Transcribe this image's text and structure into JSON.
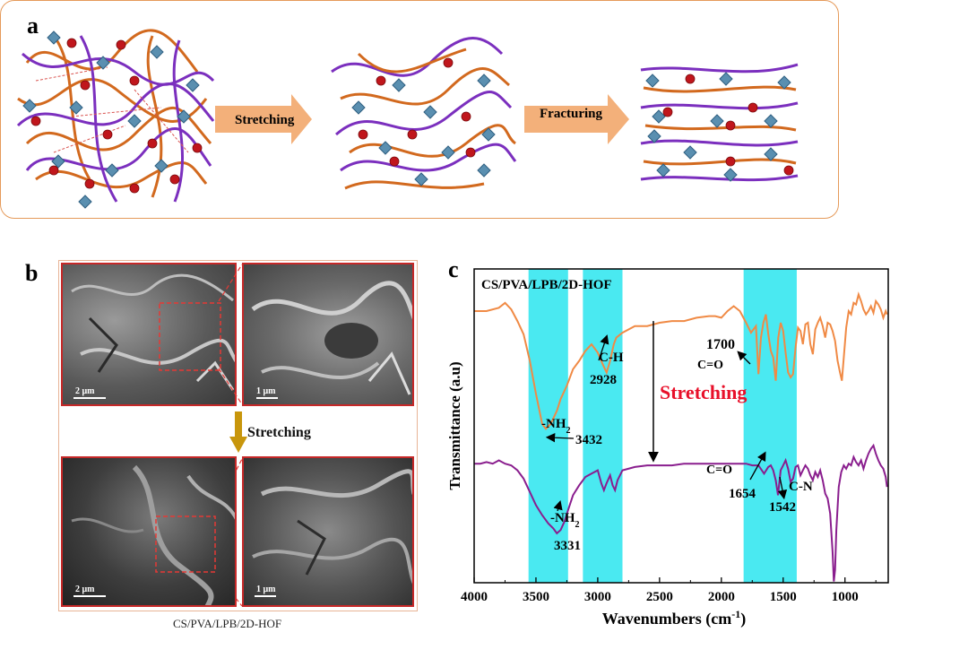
{
  "panels": {
    "a": "a",
    "b": "b",
    "c": "c"
  },
  "panel_a": {
    "arrow1_label": "Stretching",
    "arrow2_label": "Fracturing",
    "colors": {
      "orange_chain": "#d2691e",
      "purple_chain": "#7b2fbe",
      "bead": "#c0161c",
      "tile": "#5a8fb0",
      "crosslink": "#d9534f"
    }
  },
  "panel_b": {
    "stretch_label": "Stretching",
    "caption": "CS/PVA/LPB/2D-HOF",
    "scale_top_left": "2 μm",
    "scale_top_right": "1 μm",
    "scale_bottom_left": "2 μm",
    "scale_bottom_right": "1 μm",
    "arrow_color": "#c8960c"
  },
  "chart_data": {
    "type": "line",
    "title": "CS/PVA/LPB/2D-HOF",
    "xlabel": "Wavenumbers (cm",
    "xlabel_sup": "-1",
    "xlabel_close": ")",
    "ylabel": "Transmittance (a.u)",
    "xlim": [
      4000,
      650
    ],
    "x_ticks": [
      4000,
      3500,
      3000,
      2500,
      2000,
      1500,
      1000
    ],
    "highlight_bands": [
      [
        3560,
        3240
      ],
      [
        3120,
        2800
      ],
      [
        1820,
        1390
      ]
    ],
    "highlight_color": "#40e8f0",
    "stretching_label": "Stretching",
    "stretching_color": "#e8102a",
    "series": [
      {
        "color": "#f08a45",
        "points": [
          [
            4000,
            20
          ],
          [
            3900,
            20
          ],
          [
            3800,
            18
          ],
          [
            3750,
            15
          ],
          [
            3700,
            19
          ],
          [
            3650,
            26
          ],
          [
            3600,
            34
          ],
          [
            3550,
            50
          ],
          [
            3500,
            70
          ],
          [
            3450,
            88
          ],
          [
            3420,
            91
          ],
          [
            3380,
            88
          ],
          [
            3330,
            80
          ],
          [
            3300,
            73
          ],
          [
            3250,
            65
          ],
          [
            3200,
            55
          ],
          [
            3150,
            50
          ],
          [
            3100,
            44
          ],
          [
            3050,
            40
          ],
          [
            3000,
            45
          ],
          [
            2960,
            52
          ],
          [
            2928,
            57
          ],
          [
            2900,
            50
          ],
          [
            2870,
            40
          ],
          [
            2850,
            36
          ],
          [
            2800,
            33
          ],
          [
            2700,
            29
          ],
          [
            2600,
            29
          ],
          [
            2500,
            27
          ],
          [
            2400,
            26
          ],
          [
            2300,
            26
          ],
          [
            2200,
            24
          ],
          [
            2100,
            23
          ],
          [
            2050,
            23
          ],
          [
            2000,
            24
          ],
          [
            1950,
            20
          ],
          [
            1900,
            17
          ],
          [
            1850,
            20
          ],
          [
            1800,
            27
          ],
          [
            1760,
            33
          ],
          [
            1720,
            29
          ],
          [
            1700,
            58
          ],
          [
            1680,
            36
          ],
          [
            1660,
            27
          ],
          [
            1640,
            22
          ],
          [
            1620,
            34
          ],
          [
            1600,
            44
          ],
          [
            1580,
            48
          ],
          [
            1560,
            62
          ],
          [
            1540,
            36
          ],
          [
            1520,
            27
          ],
          [
            1500,
            32
          ],
          [
            1480,
            45
          ],
          [
            1460,
            57
          ],
          [
            1440,
            60
          ],
          [
            1420,
            58
          ],
          [
            1400,
            42
          ],
          [
            1380,
            30
          ],
          [
            1360,
            32
          ],
          [
            1340,
            40
          ],
          [
            1320,
            28
          ],
          [
            1300,
            27
          ],
          [
            1280,
            40
          ],
          [
            1260,
            46
          ],
          [
            1240,
            31
          ],
          [
            1220,
            27
          ],
          [
            1200,
            24
          ],
          [
            1180,
            29
          ],
          [
            1160,
            36
          ],
          [
            1140,
            27
          ],
          [
            1120,
            28
          ],
          [
            1100,
            32
          ],
          [
            1080,
            38
          ],
          [
            1060,
            50
          ],
          [
            1040,
            57
          ],
          [
            1025,
            62
          ],
          [
            1010,
            48
          ],
          [
            990,
            30
          ],
          [
            970,
            20
          ],
          [
            950,
            22
          ],
          [
            930,
            15
          ],
          [
            910,
            16
          ],
          [
            890,
            10
          ],
          [
            870,
            14
          ],
          [
            850,
            19
          ],
          [
            830,
            22
          ],
          [
            810,
            20
          ],
          [
            790,
            17
          ],
          [
            770,
            21
          ],
          [
            750,
            14
          ],
          [
            730,
            16
          ],
          [
            710,
            19
          ],
          [
            690,
            24
          ],
          [
            670,
            20
          ],
          [
            660,
            22
          ]
        ]
      },
      {
        "color": "#8a1e8e",
        "points": [
          [
            4000,
            112
          ],
          [
            3950,
            112
          ],
          [
            3900,
            111
          ],
          [
            3850,
            112
          ],
          [
            3800,
            110
          ],
          [
            3750,
            112
          ],
          [
            3700,
            113
          ],
          [
            3650,
            116
          ],
          [
            3600,
            121
          ],
          [
            3550,
            129
          ],
          [
            3500,
            137
          ],
          [
            3450,
            143
          ],
          [
            3400,
            148
          ],
          [
            3360,
            151
          ],
          [
            3331,
            154
          ],
          [
            3300,
            152
          ],
          [
            3270,
            147
          ],
          [
            3240,
            140
          ],
          [
            3200,
            131
          ],
          [
            3150,
            125
          ],
          [
            3100,
            120
          ],
          [
            3050,
            118
          ],
          [
            3000,
            116
          ],
          [
            2970,
            124
          ],
          [
            2950,
            128
          ],
          [
            2930,
            124
          ],
          [
            2900,
            119
          ],
          [
            2880,
            125
          ],
          [
            2860,
            128
          ],
          [
            2840,
            122
          ],
          [
            2800,
            116
          ],
          [
            2700,
            114
          ],
          [
            2600,
            113
          ],
          [
            2500,
            113
          ],
          [
            2400,
            113
          ],
          [
            2300,
            112
          ],
          [
            2200,
            112
          ],
          [
            2100,
            112
          ],
          [
            2000,
            112
          ],
          [
            1900,
            112
          ],
          [
            1800,
            112
          ],
          [
            1750,
            113
          ],
          [
            1700,
            113
          ],
          [
            1654,
            118
          ],
          [
            1620,
            114
          ],
          [
            1600,
            113
          ],
          [
            1580,
            116
          ],
          [
            1560,
            122
          ],
          [
            1542,
            131
          ],
          [
            1520,
            116
          ],
          [
            1500,
            113
          ],
          [
            1480,
            110
          ],
          [
            1460,
            115
          ],
          [
            1440,
            123
          ],
          [
            1420,
            121
          ],
          [
            1400,
            114
          ],
          [
            1380,
            113
          ],
          [
            1360,
            119
          ],
          [
            1340,
            116
          ],
          [
            1320,
            113
          ],
          [
            1300,
            115
          ],
          [
            1280,
            119
          ],
          [
            1260,
            122
          ],
          [
            1240,
            117
          ],
          [
            1220,
            120
          ],
          [
            1200,
            116
          ],
          [
            1180,
            122
          ],
          [
            1160,
            130
          ],
          [
            1140,
            133
          ],
          [
            1120,
            142
          ],
          [
            1100,
            165
          ],
          [
            1090,
            183
          ],
          [
            1080,
            176
          ],
          [
            1070,
            152
          ],
          [
            1050,
            126
          ],
          [
            1030,
            117
          ],
          [
            1010,
            113
          ],
          [
            990,
            115
          ],
          [
            970,
            112
          ],
          [
            950,
            113
          ],
          [
            930,
            108
          ],
          [
            910,
            111
          ],
          [
            890,
            113
          ],
          [
            870,
            110
          ],
          [
            850,
            115
          ],
          [
            830,
            110
          ],
          [
            810,
            106
          ],
          [
            790,
            103
          ],
          [
            770,
            101
          ],
          [
            750,
            106
          ],
          [
            730,
            110
          ],
          [
            710,
            113
          ],
          [
            690,
            115
          ],
          [
            670,
            120
          ],
          [
            660,
            126
          ]
        ]
      }
    ],
    "annotations": [
      {
        "label": "C-H",
        "value": "2928"
      },
      {
        "label": "-NH",
        "sub": "2",
        "value": "3432"
      },
      {
        "label": "-NH",
        "sub": "2",
        "value": "3331"
      },
      {
        "label": "C=O",
        "value": "1700"
      },
      {
        "label": "C=O",
        "value": "1654"
      },
      {
        "label": "C-N",
        "value": "1542"
      }
    ]
  }
}
